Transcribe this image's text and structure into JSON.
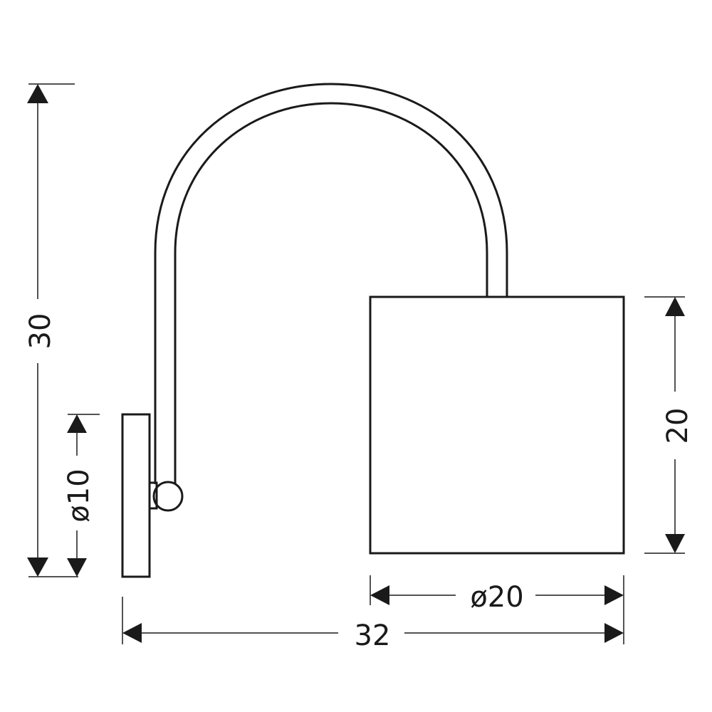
{
  "dimensions": {
    "total_height": "30",
    "total_width": "32",
    "backplate_diameter": "ø10",
    "shade_height": "20",
    "shade_diameter": "ø20"
  },
  "colors": {
    "line": "#1a1a1a",
    "background": "#ffffff"
  }
}
